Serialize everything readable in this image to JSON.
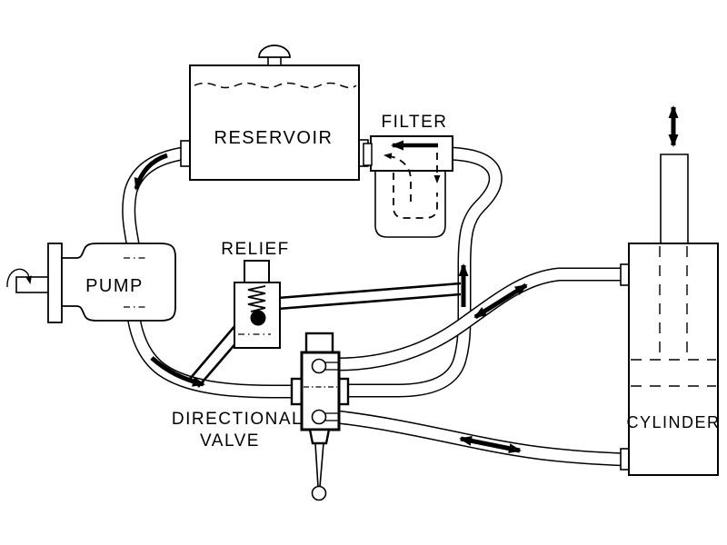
{
  "diagram": {
    "kind": "hydraulic-system-schematic",
    "background_color": "#ffffff",
    "line_color": "#000000",
    "labels": {
      "reservoir": "RESERVOIR",
      "filter": "FILTER",
      "pump": "PUMP",
      "relief": "RELIEF",
      "directional_valve_line1": "DIRECTIONAL",
      "directional_valve_line2": "VALVE",
      "cylinder": "CYLINDER"
    },
    "components": [
      {
        "id": "reservoir",
        "label": "RESERVOIR"
      },
      {
        "id": "filter",
        "label": "FILTER"
      },
      {
        "id": "pump",
        "label": "PUMP"
      },
      {
        "id": "relief-valve",
        "label": "RELIEF"
      },
      {
        "id": "directional-valve",
        "label": "DIRECTIONAL VALVE"
      },
      {
        "id": "cylinder",
        "label": "CYLINDER"
      }
    ],
    "flow_arrows": [
      {
        "id": "reservoir-to-pump",
        "direction": "down-left",
        "style": "solid"
      },
      {
        "id": "pump-to-directional-valve",
        "direction": "down-right",
        "style": "solid"
      },
      {
        "id": "filter-inlet",
        "direction": "left",
        "style": "solid"
      },
      {
        "id": "filter-internal-down",
        "direction": "down",
        "style": "dashed"
      },
      {
        "id": "filter-internal-out",
        "direction": "left",
        "style": "dashed"
      },
      {
        "id": "return-line-up",
        "direction": "up",
        "style": "solid"
      },
      {
        "id": "valve-to-cylinder-top",
        "direction": "double",
        "style": "solid"
      },
      {
        "id": "valve-to-cylinder-bottom",
        "direction": "double",
        "style": "solid"
      },
      {
        "id": "cylinder-rod-motion",
        "direction": "up-down",
        "style": "solid"
      },
      {
        "id": "pump-shaft-rotation",
        "direction": "rotary",
        "style": "thin-arc"
      }
    ]
  }
}
